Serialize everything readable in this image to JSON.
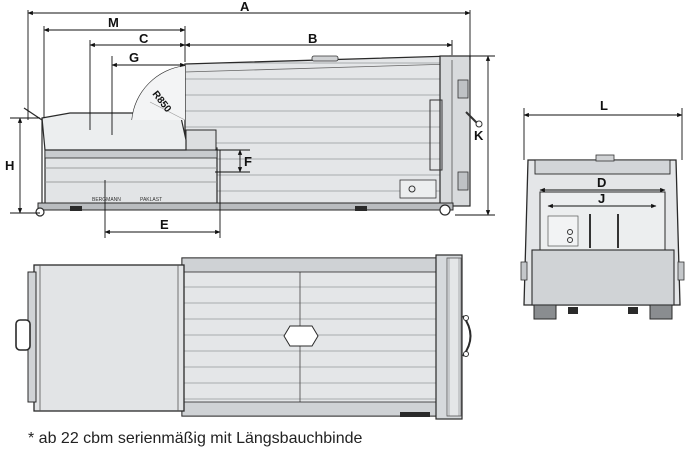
{
  "dimensions": {
    "A": "A",
    "B": "B",
    "C": "C",
    "D": "D",
    "E": "E",
    "F": "F",
    "G": "G",
    "H": "H",
    "J": "J",
    "K": "K",
    "L": "L",
    "M": "M"
  },
  "radius_label": "R850",
  "brand_label": "BERGMANN",
  "model_label": "PAKLAST",
  "footnote": "* ab 22 cbm serienmäßig mit Längsbauchbinde",
  "colors": {
    "line": "#2a2a2a",
    "body_fill": "#e6e8ea",
    "panel_fill": "#d2d5d8",
    "dark_fill": "#8a8d90"
  }
}
